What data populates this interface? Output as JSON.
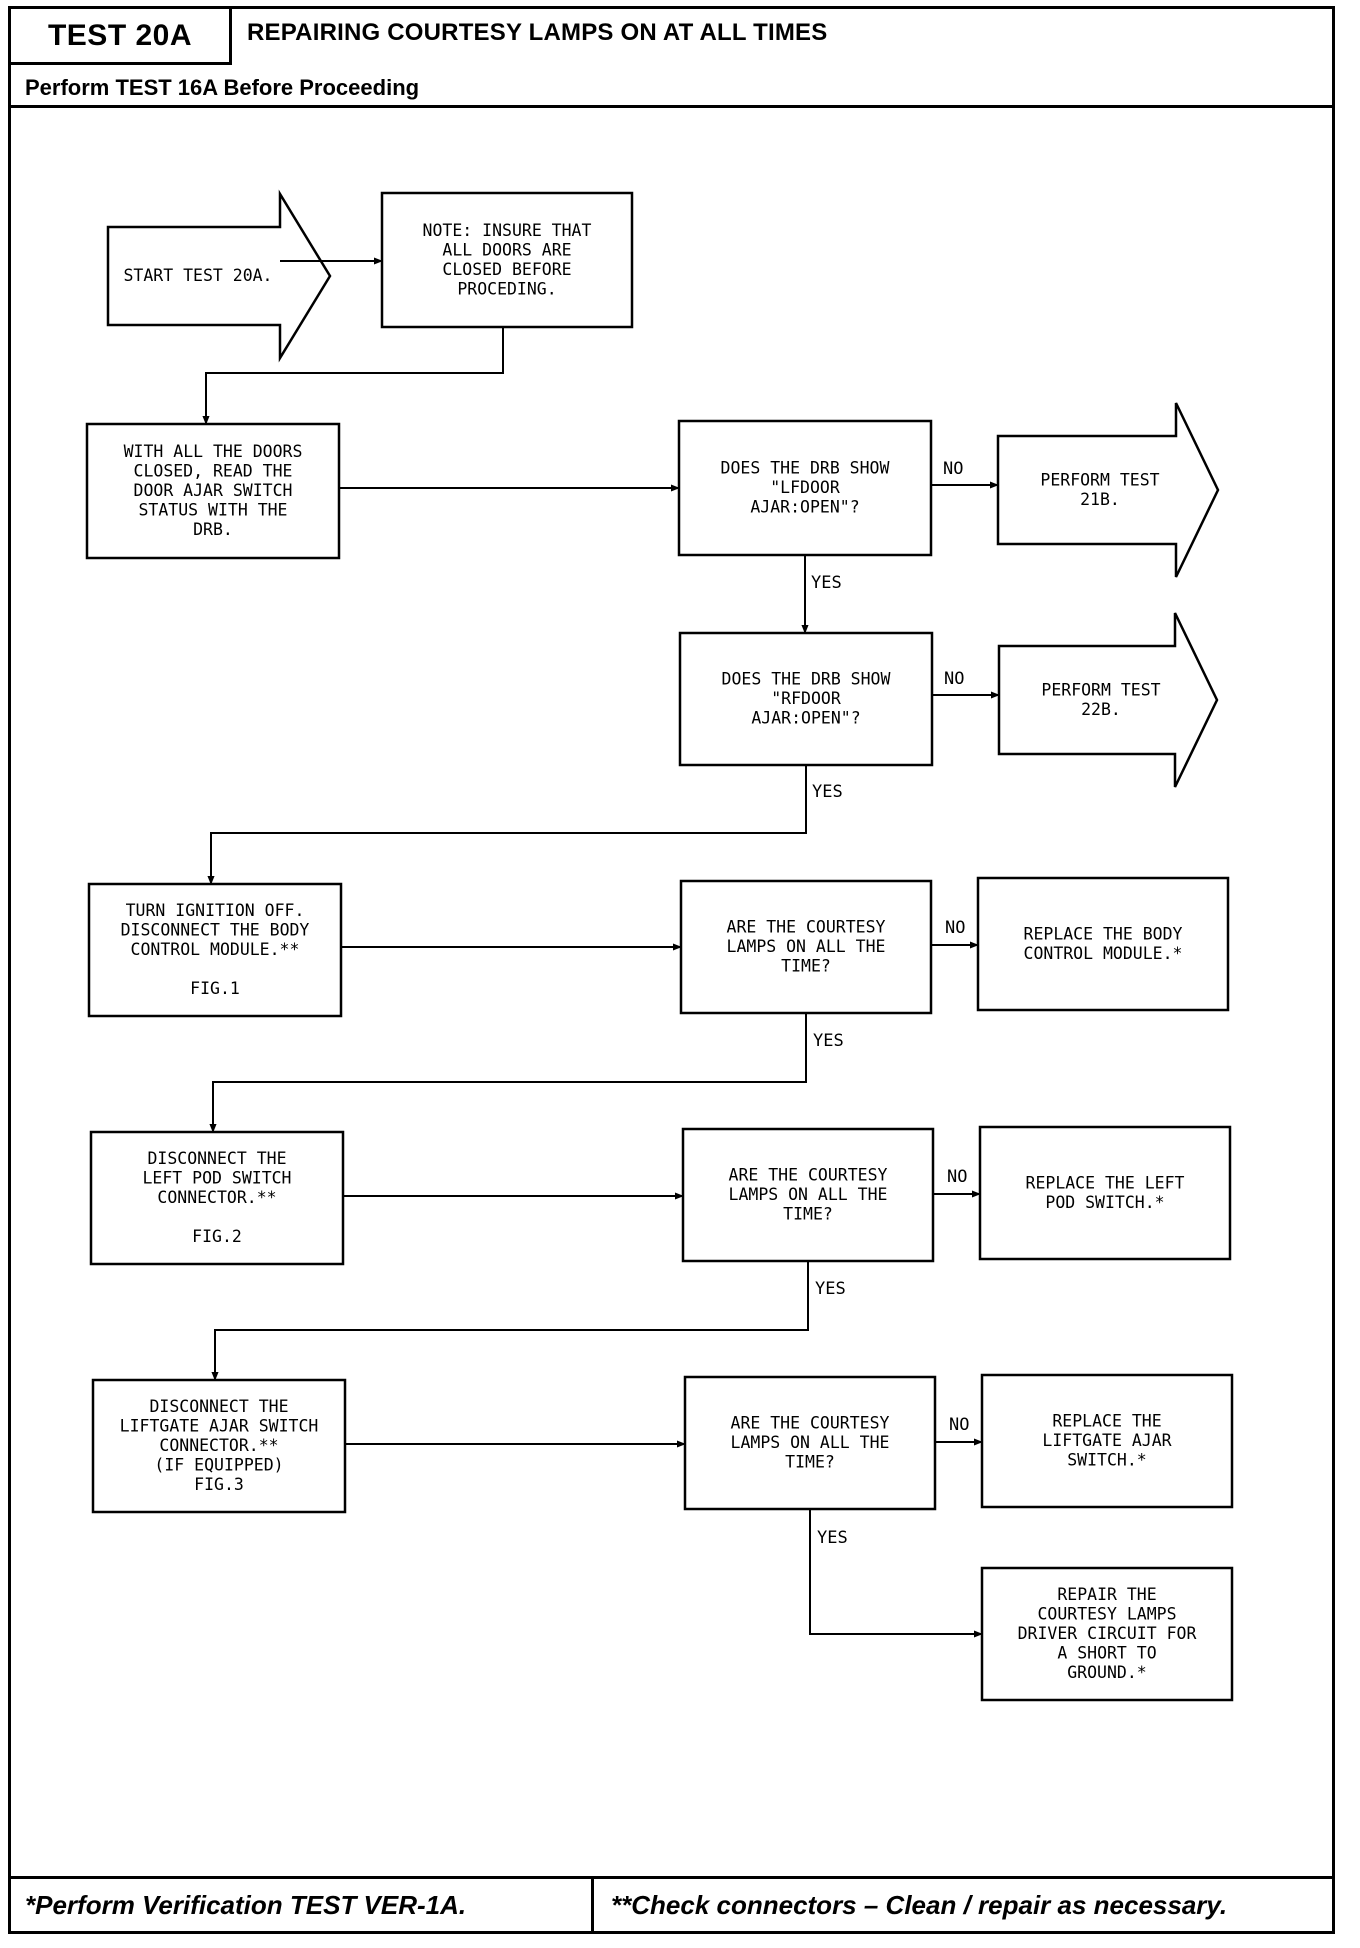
{
  "header": {
    "test_id": "TEST 20A",
    "title": "REPAIRING COURTESY LAMPS ON AT ALL TIMES",
    "subtitle": "Perform TEST 16A Before Proceeding"
  },
  "footer": {
    "left": "*Perform Verification TEST VER-1A.",
    "right": "**Check connectors – Clean / repair as necessary."
  },
  "flow": {
    "start": "START TEST 20A.",
    "note": [
      "NOTE: INSURE THAT",
      "ALL DOORS ARE",
      "CLOSED BEFORE",
      "PROCEDING."
    ],
    "read_switch": [
      "WITH ALL THE DOORS",
      "CLOSED, READ THE",
      "DOOR AJAR SWITCH",
      "STATUS WITH THE",
      "DRB."
    ],
    "q_lf": [
      "DOES THE DRB SHOW",
      "\"LFDOOR",
      "AJAR:OPEN\"?"
    ],
    "test_21b": [
      "PERFORM TEST",
      "21B."
    ],
    "q_rf": [
      "DOES THE DRB SHOW",
      "\"RFDOOR",
      "AJAR:OPEN\"?"
    ],
    "test_22b": [
      "PERFORM TEST",
      "22B."
    ],
    "disc_bcm": [
      "TURN IGNITION OFF.",
      "DISCONNECT THE BODY",
      "CONTROL MODULE.**",
      "",
      "FIG.1"
    ],
    "q_lamps_1": [
      "ARE THE COURTESY",
      "LAMPS ON ALL THE",
      "TIME?"
    ],
    "rep_bcm": [
      "REPLACE THE BODY",
      "CONTROL MODULE.*"
    ],
    "disc_pod": [
      "DISCONNECT THE",
      "LEFT POD SWITCH",
      "CONNECTOR.**",
      "",
      "FIG.2"
    ],
    "q_lamps_2": [
      "ARE THE COURTESY",
      "LAMPS ON ALL THE",
      "TIME?"
    ],
    "rep_pod": [
      "REPLACE THE LEFT",
      "POD SWITCH.*"
    ],
    "disc_liftgate": [
      "DISCONNECT THE",
      "LIFTGATE AJAR SWITCH",
      "CONNECTOR.**",
      "(IF EQUIPPED)",
      "FIG.3"
    ],
    "q_lamps_3": [
      "ARE THE COURTESY",
      "LAMPS ON ALL THE",
      "TIME?"
    ],
    "rep_liftgate": [
      "REPLACE THE",
      "LIFTGATE AJAR",
      "SWITCH.*"
    ],
    "repair_driver": [
      "REPAIR THE",
      "COURTESY LAMPS",
      "DRIVER CIRCUIT FOR",
      "A SHORT TO",
      "GROUND.*"
    ],
    "yes": "YES",
    "no": "NO"
  }
}
